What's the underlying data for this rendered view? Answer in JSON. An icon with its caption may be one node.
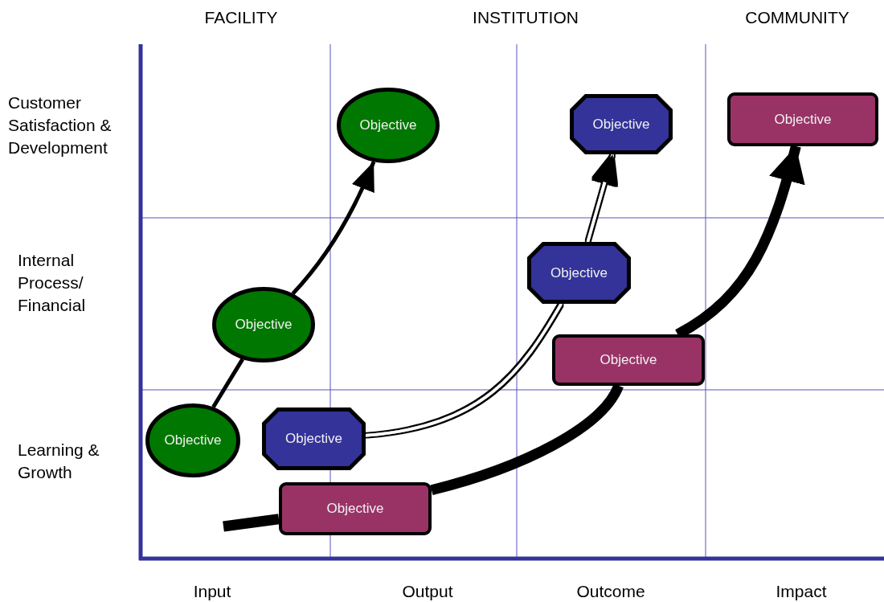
{
  "diagram": {
    "nodes": [
      {
        "text": [
          "Objective"
        ]
      },
      {
        "text": [
          "Objective"
        ]
      },
      {
        "text": [
          "Objective"
        ]
      },
      {
        "text": [
          "Objective"
        ]
      },
      {
        "text": [
          "Objective"
        ]
      },
      {
        "text": [
          "Objective"
        ]
      },
      {
        "text": [
          "Objective"
        ]
      },
      {
        "text": [
          "Objective"
        ]
      },
      {
        "text": [
          "Objective"
        ]
      }
    ],
    "edges": [
      {
        "from": 6,
        "to": 3,
        "arrow": "none"
      },
      {
        "from": 3,
        "to": 0,
        "arrow": "to"
      },
      {
        "from": 7,
        "to": 4,
        "arrow": "none",
        "color": "#ffffff"
      },
      {
        "from": 4,
        "to": 1,
        "arrow": "to",
        "color": "#ffffff"
      },
      {
        "from": null,
        "to": 8,
        "arrow": "none",
        "style": "thick"
      },
      {
        "from": 8,
        "to": 5,
        "arrow": "none",
        "style": "thick"
      },
      {
        "from": 5,
        "to": 2,
        "arrow": "to",
        "style": "thick"
      }
    ],
    "labels": [
      "FACILITY",
      "INSTITUTION",
      "COMMUNITY",
      "Customer Satisfaction & Development",
      "Internal Process/ Financial",
      "Learning & Growth",
      "Input",
      "Output",
      "Outcome",
      "Impact"
    ]
  }
}
